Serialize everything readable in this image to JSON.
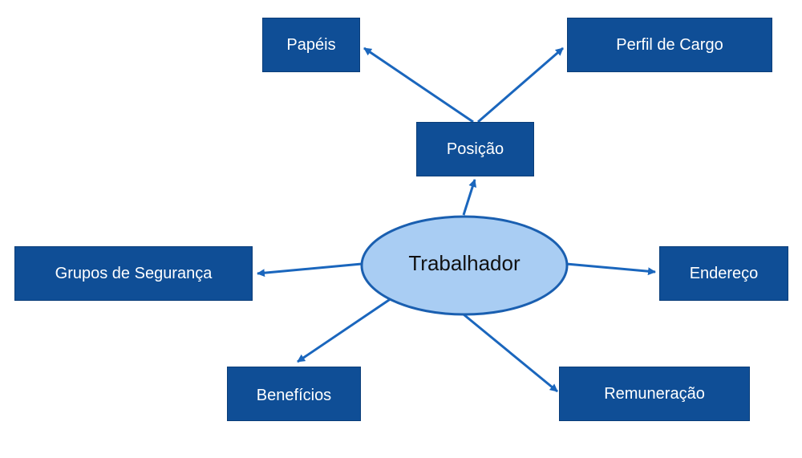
{
  "diagram": {
    "center": {
      "label": "Trabalhador"
    },
    "nodes": {
      "papeis": "Papéis",
      "perfil_de_cargo": "Perfil de Cargo",
      "posicao": "Posição",
      "grupos_de_seguranca": "Grupos de Segurança",
      "endereco": "Endereço",
      "beneficios": "Benefícios",
      "remuneracao": "Remuneração"
    },
    "colors": {
      "box_fill": "#0f4e96",
      "ellipse_fill": "#a9cdf3",
      "ellipse_stroke": "#1a5fb0",
      "arrow": "#1a66bd",
      "box_text": "#ffffff",
      "center_text": "#111111"
    }
  }
}
